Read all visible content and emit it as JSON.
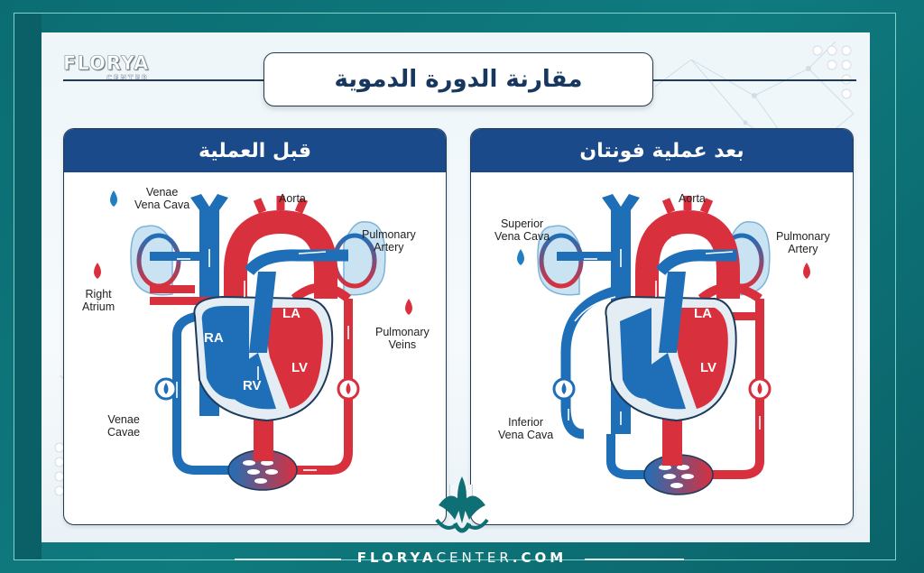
{
  "brand": {
    "logo_main": "FLORYA",
    "logo_sub": "CENTER",
    "website_bold_1": "FLORYA",
    "website_light": "CENTER",
    "website_bold_2": ".COM"
  },
  "header": {
    "title": "مقارنة الدورة الدموية"
  },
  "colors": {
    "frame_teal": "#0e6f74",
    "header_blue": "#1b4a8a",
    "title_navy": "#17375e",
    "deoxygenated_blue": "#1f6fb8",
    "oxygenated_red": "#d9303d",
    "lung_blue": "#c9e3f2"
  },
  "panels": {
    "before": {
      "title": "قبل العملية",
      "labels": {
        "superior": "Venae\nVena Cava",
        "aorta": "Aorta",
        "pulmonary_artery": "Pulmonary\nArtery",
        "right_atrium": "Right\nAtrium",
        "pulmonary_veins": "Pulmonary\nVeins",
        "venae_cavae": "Venae\nCavae",
        "ra": "RA",
        "rv": "RV",
        "la": "LA",
        "lv": "LV"
      }
    },
    "after": {
      "title": "بعد عملية فونتان",
      "labels": {
        "aorta": "Aorta",
        "superior_vena_cava": "Superior\nVena Cava",
        "pulmonary_artery": "Pulmonary\nArtery",
        "inferior_vena_cava": "Inferior\nVena Cava",
        "la": "LA",
        "lv": "LV"
      }
    }
  }
}
